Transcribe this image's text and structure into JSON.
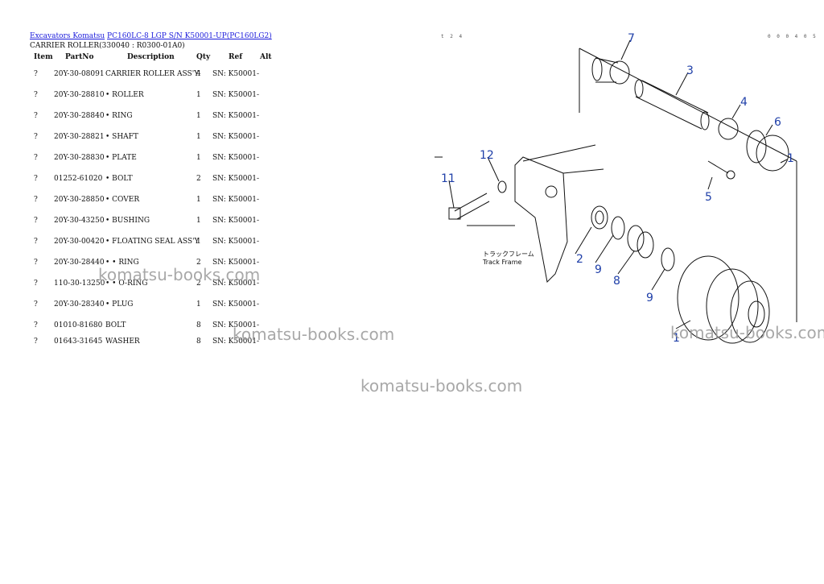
{
  "breadcrumb": {
    "link1": "Excavators Komatsu",
    "link2": "PC160LC-8 LGP S/N K50001-UP(PC160LG2)"
  },
  "subtitle": "CARRIER ROLLER(330040 : R0300-01A0)",
  "table": {
    "headers": {
      "item": "Item",
      "partno": "PartNo",
      "desc": "Description",
      "qty": "Qty",
      "ref": "Ref",
      "alt": "Alt"
    },
    "rows": [
      {
        "item": "?",
        "partno": "20Y-30-08091",
        "desc": "CARRIER ROLLER ASS'Y",
        "qty": "4",
        "ref": "SN: K50001-"
      },
      {
        "item": "?",
        "partno": "20Y-30-28810",
        "desc": "• ROLLER",
        "qty": "1",
        "ref": "SN: K50001-"
      },
      {
        "item": "?",
        "partno": "20Y-30-28840",
        "desc": "• RING",
        "qty": "1",
        "ref": "SN: K50001-"
      },
      {
        "item": "?",
        "partno": "20Y-30-28821",
        "desc": "• SHAFT",
        "qty": "1",
        "ref": "SN: K50001-"
      },
      {
        "item": "?",
        "partno": "20Y-30-28830",
        "desc": "• PLATE",
        "qty": "1",
        "ref": "SN: K50001-"
      },
      {
        "item": "?",
        "partno": "01252-61020",
        "desc": "• BOLT",
        "qty": "2",
        "ref": "SN: K50001-"
      },
      {
        "item": "?",
        "partno": "20Y-30-28850",
        "desc": "• COVER",
        "qty": "1",
        "ref": "SN: K50001-"
      },
      {
        "item": "?",
        "partno": "20Y-30-43250",
        "desc": "• BUSHING",
        "qty": "1",
        "ref": "SN: K50001-"
      },
      {
        "item": "?",
        "partno": "20Y-30-00420",
        "desc": "• FLOATING SEAL ASS'Y",
        "qty": "1",
        "ref": "SN: K50001-"
      },
      {
        "item": "?",
        "partno": "20Y-30-28440",
        "desc": "• • RING",
        "qty": "2",
        "ref": "SN: K50001-"
      },
      {
        "item": "?",
        "partno": "110-30-13250",
        "desc": "• • O-RING",
        "qty": "2",
        "ref": "SN: K50001-"
      },
      {
        "item": "?",
        "partno": "20Y-30-28340",
        "desc": "• PLUG",
        "qty": "1",
        "ref": "SN: K50001-"
      },
      {
        "item": "?",
        "partno": "01010-81680",
        "desc": "BOLT",
        "qty": "8",
        "ref": "SN: K50001-"
      },
      {
        "item": "?",
        "partno": "01643-31645",
        "desc": "WASHER",
        "qty": "8",
        "ref": "SN: K50001-"
      }
    ]
  },
  "watermark": "komatsu-books.com",
  "diagram": {
    "code_left": "t 2 4",
    "code_right": "0 0 0 4 0 5",
    "frame_label_jp": "トラックフレーム",
    "frame_label_en": "Track Frame",
    "callouts": [
      "7",
      "3",
      "4",
      "6",
      "1",
      "5",
      "12",
      "11",
      "2",
      "9",
      "8",
      "9",
      "1"
    ],
    "callout_color": "#1f3fa8"
  }
}
